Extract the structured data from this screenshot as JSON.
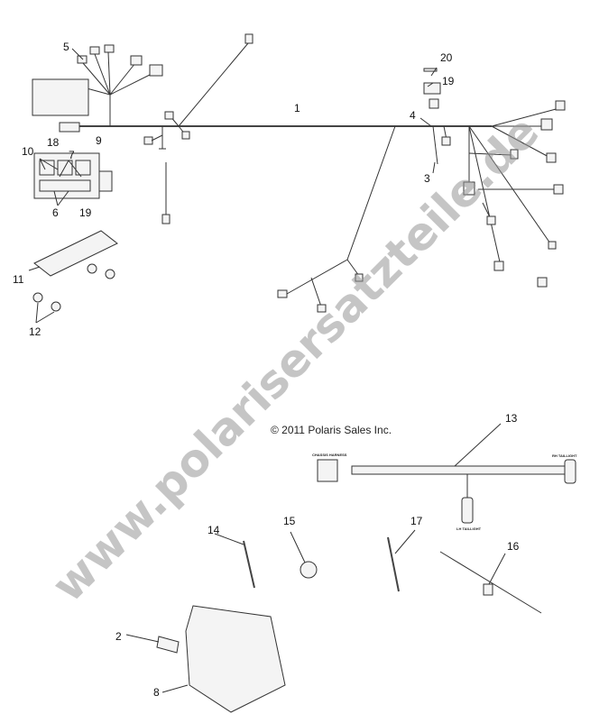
{
  "copyright": "© 2011 Polaris Sales Inc.",
  "watermark": "www.polarisersatzteile.de",
  "callouts": {
    "c1": "1",
    "c2": "2",
    "c3": "3",
    "c4": "4",
    "c5": "5",
    "c6": "6",
    "c7": "7",
    "c8": "8",
    "c9": "9",
    "c10": "10",
    "c11": "11",
    "c12": "12",
    "c13": "13",
    "c14": "14",
    "c15": "15",
    "c16": "16",
    "c17": "17",
    "c18": "18",
    "c19a": "19",
    "c19b": "19",
    "c20": "20"
  },
  "harness_labels": {
    "chassis": "CHASSIS HARNESS",
    "rh": "RH TAILLIGHT",
    "lh": "LH TAILLIGHT"
  }
}
